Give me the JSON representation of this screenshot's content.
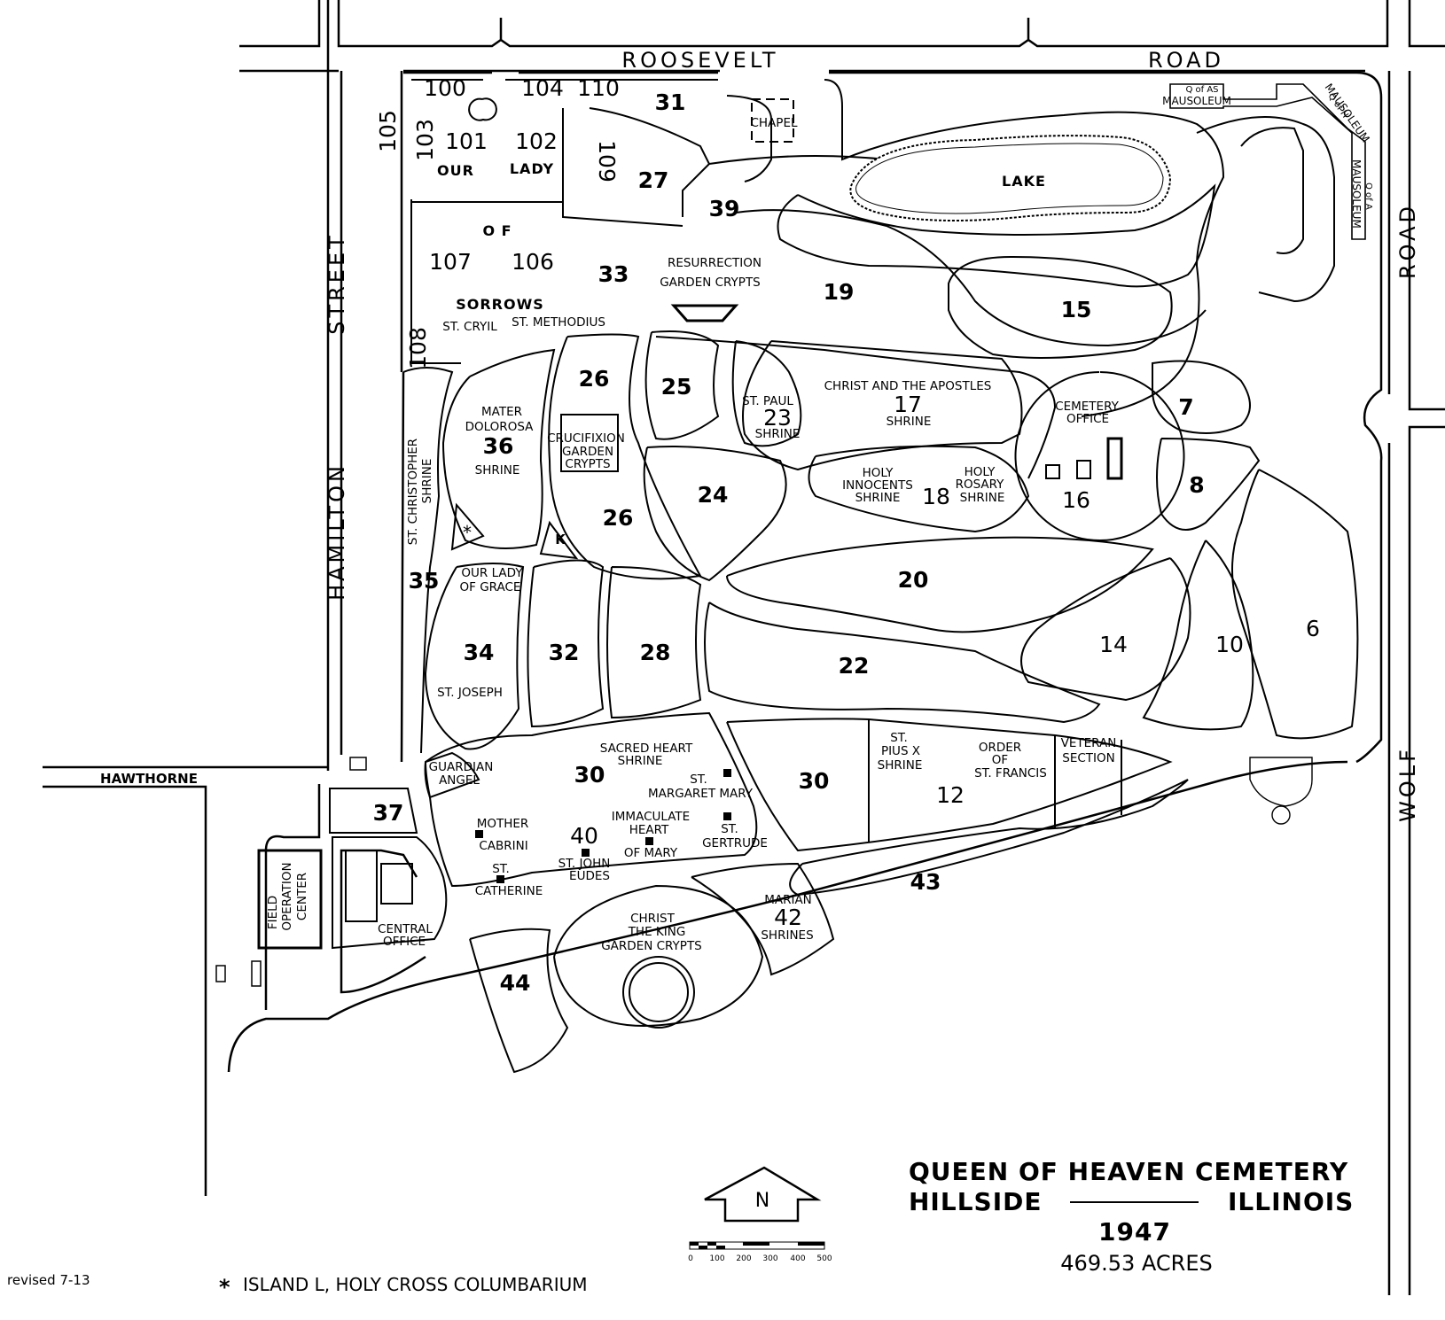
{
  "title": {
    "line1": "QUEEN OF HEAVEN CEMETERY",
    "city": "HILLSIDE",
    "state": "ILLINOIS",
    "year": "1947",
    "acres": "469.53 ACRES"
  },
  "footer": {
    "revised": "revised 7-13",
    "legend_star": "*",
    "legend_text": "ISLAND L, HOLY CROSS COLUMBARIUM"
  },
  "compass": {
    "label": "N"
  },
  "scale_bar": {
    "ticks": [
      "0",
      "100",
      "200",
      "300",
      "400",
      "500"
    ]
  },
  "streets": {
    "roosevelt": "ROOSEVELT",
    "road_top": "ROAD",
    "hamilton": "HAMILTON",
    "street": "STREET",
    "hawthorne": "HAWTHORNE",
    "road_right": "ROAD",
    "wolf": "WOLF"
  },
  "sections": {
    "s100": "100",
    "s104": "104",
    "s110": "110",
    "s31": "31",
    "s105": "105",
    "s103": "103",
    "s101": "101",
    "s102": "102",
    "s109": "109",
    "s27": "27",
    "s39": "39",
    "s107": "107",
    "s106": "106",
    "s33": "33",
    "s19": "19",
    "s15": "15",
    "s108": "108",
    "s26a": "26",
    "s25": "25",
    "s23": "23",
    "s17": "17",
    "s7": "7",
    "s36": "36",
    "s24": "24",
    "s18": "18",
    "s16": "16",
    "s8": "8",
    "s26b": "26",
    "s35": "35",
    "s20": "20",
    "s34": "34",
    "s32": "32",
    "s28": "28",
    "s22": "22",
    "s14": "14",
    "s10": "10",
    "s6": "6",
    "s30a": "30",
    "s30b": "30",
    "s12": "12",
    "s37": "37",
    "s40": "40",
    "s43": "43",
    "s42": "42",
    "s44": "44"
  },
  "labels": {
    "our": "OUR",
    "lady": "LADY",
    "of": "O F",
    "sorrows": "SORROWS",
    "chapel": "CHAPEL",
    "lake": "LAKE",
    "qas_maus_1": "Q of AS",
    "qas_maus_2": "MAUSOLEUM",
    "qh_maus_1": "Q of H",
    "qh_maus_2": "MAUSOLEUM",
    "qa_maus_1": "Q of A",
    "qa_maus_2": "MAUSOLEUM",
    "resurrection_1": "RESURRECTION",
    "resurrection_2": "GARDEN CRYPTS",
    "st_cryil": "ST. CRYIL",
    "st_methodius": "ST. METHODIUS",
    "mater_1": "MATER",
    "mater_2": "DOLOROSA",
    "mater_shrine": "SHRINE",
    "crucifixion_1": "CRUCIFIXION",
    "crucifixion_2": "GARDEN",
    "crucifixion_3": "CRYPTS",
    "st_paul": "ST. PAUL",
    "shrine_23": "SHRINE",
    "christ_apostles": "CHRIST AND THE APOSTLES",
    "shrine_17": "SHRINE",
    "cemetery_office_1": "CEMETERY",
    "cemetery_office_2": "OFFICE",
    "holy_innocents_1": "HOLY",
    "holy_innocents_2": "INNOCENTS",
    "holy_innocents_3": "SHRINE",
    "holy_rosary_1": "HOLY",
    "holy_rosary_2": "ROSARY",
    "holy_rosary_3": "SHRINE",
    "st_christopher_1": "ST. CHRISTOPHER",
    "st_christopher_2": "SHRINE",
    "star": "*",
    "k": "K",
    "our_lady_grace_1": "OUR LADY",
    "our_lady_grace_2": "OF GRACE",
    "st_joseph": "ST. JOSEPH",
    "guardian_1": "GUARDIAN",
    "guardian_2": "ANGEL",
    "sacred_heart_1": "SACRED HEART",
    "sacred_heart_2": "SHRINE",
    "margaret_1": "ST.",
    "margaret_2": "MARGARET MARY",
    "pius_1": "ST.",
    "pius_2": "PIUS X",
    "pius_3": "SHRINE",
    "francis_1": "ORDER",
    "francis_2": "OF",
    "francis_3": "ST. FRANCIS",
    "veteran_1": "VETERAN",
    "veteran_2": "SECTION",
    "cabrini_1": "MOTHER",
    "cabrini_2": "CABRINI",
    "immaculate_1": "IMMACULATE",
    "immaculate_2": "HEART",
    "immaculate_3": "OF MARY",
    "gertrude_1": "ST.",
    "gertrude_2": "GERTRUDE",
    "catherine_1": "ST.",
    "catherine_2": "CATHERINE",
    "eudes_1": "ST. JOHN",
    "eudes_2": "EUDES",
    "field_1": "FIELD",
    "field_2": "OPERATION",
    "field_3": "CENTER",
    "central_1": "CENTRAL",
    "central_2": "OFFICE",
    "christ_king_1": "CHRIST",
    "christ_king_2": "THE KING",
    "christ_king_3": "GARDEN CRYPTS",
    "marian_1": "MARIAN",
    "marian_2": "SHRINES"
  }
}
